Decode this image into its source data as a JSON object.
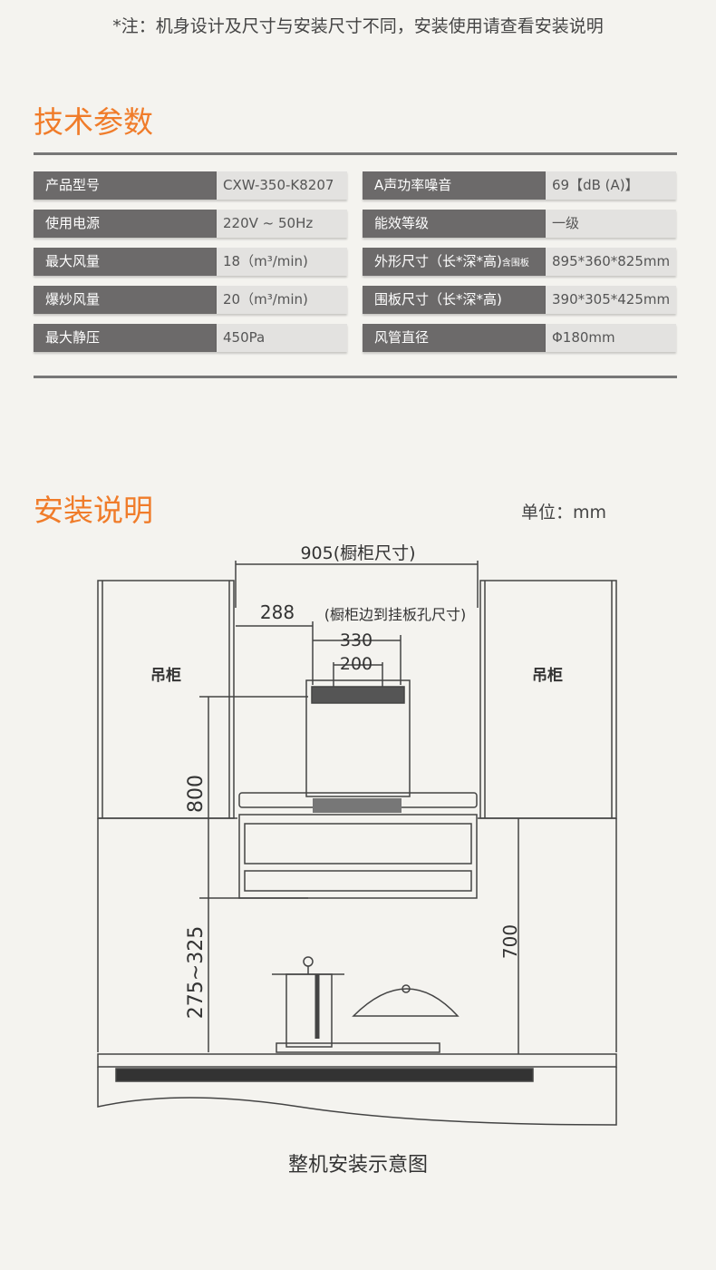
{
  "note": "*注：机身设计及尺寸与安装尺寸不同，安装使用请查看安装说明",
  "specs_title": "技术参数",
  "specs_left": [
    {
      "k": "产品型号",
      "v": "CXW-350-K8207"
    },
    {
      "k": "使用电源",
      "v": "220V ~ 50Hz"
    },
    {
      "k": "最大风量",
      "v": "18（m³/min)"
    },
    {
      "k": "爆炒风量",
      "v": "20（m³/min)"
    },
    {
      "k": "最大静压",
      "v": "450Pa"
    }
  ],
  "specs_right": [
    {
      "k": "A声功率噪音",
      "v": "69【dB (A)】"
    },
    {
      "k": "能效等级",
      "v": "一级"
    },
    {
      "k": "外形尺寸（长*深*高)",
      "k_small": "含围板",
      "v": "895*360*825mm"
    },
    {
      "k": "围板尺寸（长*深*高)",
      "v": "390*305*425mm"
    },
    {
      "k": "风管直径",
      "v": "Φ180mm"
    }
  ],
  "install_title": "安装说明",
  "unit": "单位：mm",
  "diagram": {
    "cabinet_width": "905(橱柜尺寸)",
    "edge_to_hole": "288",
    "edge_to_hole_label": "(橱柜边到挂板孔尺寸)",
    "d330": "330",
    "d200": "200",
    "cabinet_left": "吊柜",
    "cabinet_right": "吊柜",
    "d800": "800",
    "d275": "275~325",
    "d700": "700"
  },
  "caption": "整机安装示意图"
}
